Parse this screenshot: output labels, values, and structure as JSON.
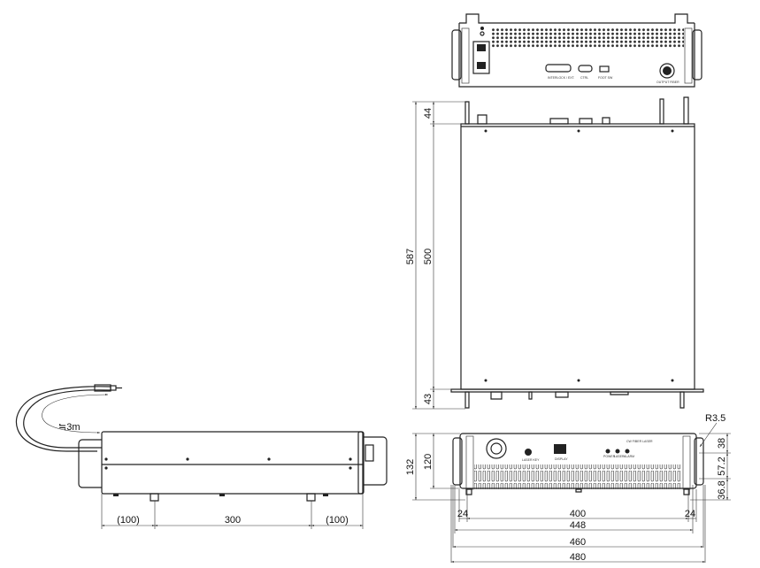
{
  "drawing": {
    "rear_view": {
      "labels": [
        "INTERLOCK / EXT.",
        "CTRL",
        "FOOT SW",
        "OUTPUT FIBER"
      ]
    },
    "top_view": {
      "dimensions": {
        "overall_depth": "587",
        "body_depth": "500",
        "rear_protrusion": "44",
        "front_protrusion": "43"
      }
    },
    "front_view": {
      "title": "CW FIBER LASER",
      "indicators": [
        "POWER",
        "LASER",
        "ALARM"
      ],
      "key_label": "LASER KEY",
      "display_label": "DISPLAY",
      "dimensions": {
        "overall_height": "132",
        "body_height": "120",
        "handle_offset_left": "24",
        "hole_spacing": "400",
        "handle_offset_right": "24",
        "width_448": "448",
        "width_460": "460",
        "width_480": "480",
        "radius": "R3.5",
        "v1": "38",
        "v2": "57.2",
        "v3": "36.8"
      }
    },
    "side_view": {
      "cable_length": "≒3m",
      "dimensions": {
        "left": "(100)",
        "middle": "300",
        "right": "(100)"
      }
    }
  }
}
